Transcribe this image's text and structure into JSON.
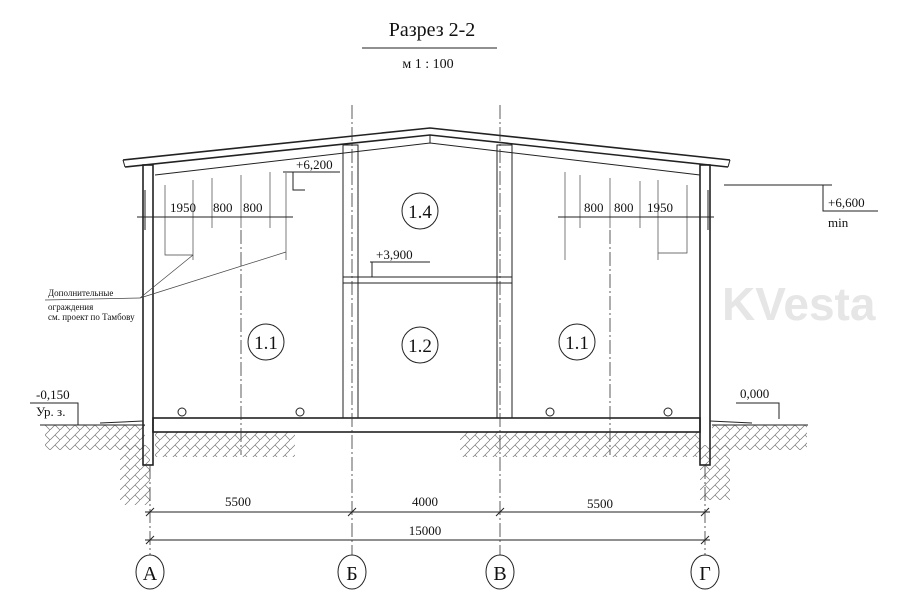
{
  "title": "Разрез 2-2",
  "scale": "м  1 : 100",
  "watermark": "KVesta",
  "rooms": [
    "1.1",
    "1.2",
    "1.4",
    "1.1"
  ],
  "levels": {
    "eave_left": "+6,200",
    "mezzanine": "+3,900",
    "ridge_min": "+6,600",
    "ridge_min_note": "min",
    "ground": "-0,150",
    "ground_label": "Ур. з.",
    "floor": "0,000"
  },
  "truss_dims_left": [
    "1950",
    "800",
    "800"
  ],
  "truss_dims_right": [
    "800",
    "800",
    "1950"
  ],
  "note": [
    "Дополнительные",
    "ограждения",
    "см. проект по Тамбову"
  ],
  "dimensions": {
    "spans": [
      "5500",
      "4000",
      "5500"
    ],
    "total": "15000"
  },
  "axes": [
    "А",
    "Б",
    "В",
    "Г"
  ]
}
